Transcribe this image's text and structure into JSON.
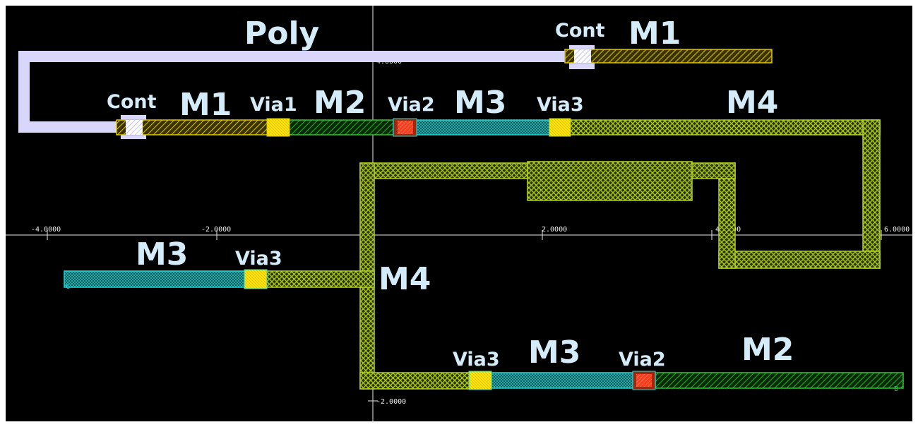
{
  "axis": {
    "x_ticks": [
      "-4.0000",
      "-2.0000",
      "2.0000",
      "4.0000",
      "6.0000"
    ],
    "y_ticks": [
      "4.0000",
      "-2.0000"
    ]
  },
  "labels": {
    "poly": "Poly",
    "cont_top": "Cont",
    "m1_top": "M1",
    "cont_left": "Cont",
    "m1_left": "M1",
    "via1": "Via1",
    "m2_top": "M2",
    "via2_top": "Via2",
    "m3_top": "M3",
    "via3_top": "Via3",
    "m4_top": "M4",
    "m3_left": "M3",
    "via3_left": "Via3",
    "m4_mid": "M4",
    "via3_bottom": "Via3",
    "m3_bottom": "M3",
    "via2_bottom": "Via2",
    "m2_bottom": "M2"
  },
  "pins": {
    "c": "C",
    "b": "B"
  },
  "colors": {
    "background": "#000000",
    "poly": "#d9d6fc",
    "m1": "#c8b400",
    "m2": "#1f9e1f",
    "m3": "#19c6c6",
    "m4": "#b0d020",
    "via_yellow": "#ffe200",
    "via_red": "#ff3b1a",
    "label": "#d4ebfa"
  }
}
